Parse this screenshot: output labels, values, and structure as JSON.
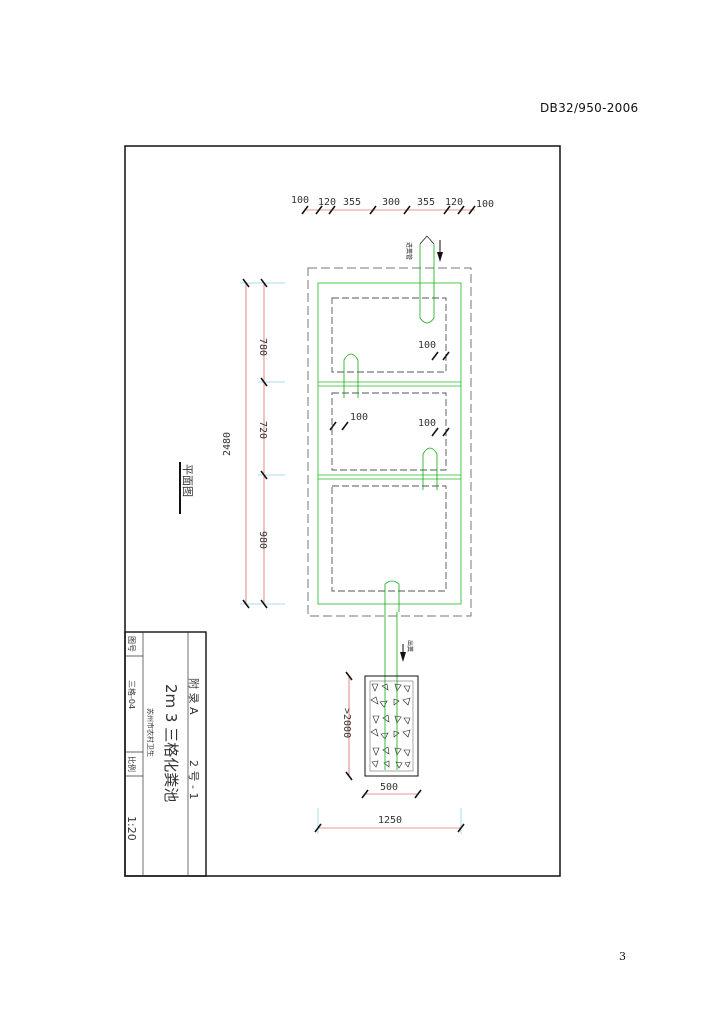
{
  "header": {
    "standard_code": "DB32/950-2006"
  },
  "footer": {
    "page_number": "3"
  },
  "drawing": {
    "view_label": "平面图",
    "inlet_label": "进粪管",
    "outlet_label": "出粪",
    "dims_top": [
      "100",
      "120",
      "355",
      "300",
      "355",
      "120",
      "100"
    ],
    "dims_left_total": "2480",
    "dims_left_parts": [
      "780",
      "720",
      "980"
    ],
    "dims_internal": [
      "100",
      "100",
      "100"
    ],
    "filter_length": ">2000",
    "filter_width": "500",
    "overall_width": "1250"
  },
  "title_block": {
    "fig_no_label": "图号",
    "fig_no_value": "三格-04",
    "title_prefix": "附 录 A",
    "title_main": "2m 3 三格化粪池",
    "title_sub": "2 号 - 1",
    "org": "苏州市农村卫生",
    "scale_label": "比例",
    "scale_value": "1:20"
  }
}
